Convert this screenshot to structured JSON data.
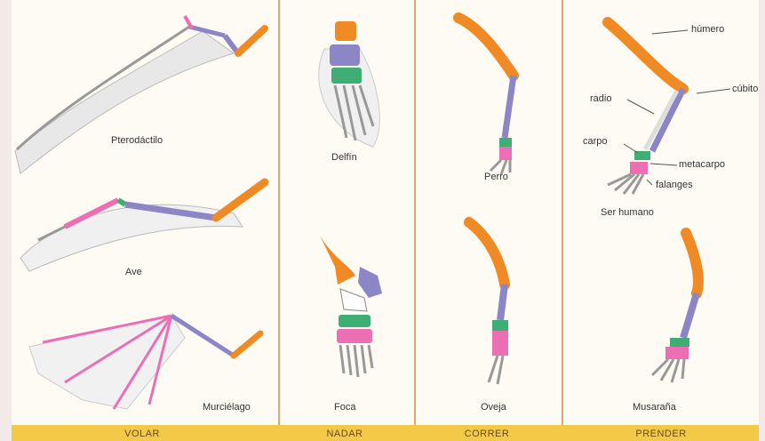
{
  "colors": {
    "humerus": "#f08a24",
    "radius_ulna": "#8c86c6",
    "carpals": "#3fae74",
    "phalanges": "#ec6fb3",
    "background": "#fefbf4",
    "divider": "#e2a86a",
    "footer": "#f3c948"
  },
  "columns": {
    "volar": {
      "footer": "VOLAR",
      "animals": [
        "Pterodáctilo",
        "Ave",
        "Murciélago"
      ]
    },
    "nadar": {
      "footer": "NADAR",
      "animals": [
        "Delfín",
        "Foca"
      ]
    },
    "correr": {
      "footer": "CORRER",
      "animals": [
        "Perro",
        "Oveja"
      ]
    },
    "prender": {
      "footer": "PRENDER",
      "animals": [
        "Ser humano",
        "Musaraña"
      ]
    }
  },
  "annotations": {
    "humero": "húmero",
    "radio": "radio",
    "cubito": "cúbito",
    "carpo": "carpo",
    "metacarpo": "metacarpo",
    "falanges": "falanges"
  }
}
